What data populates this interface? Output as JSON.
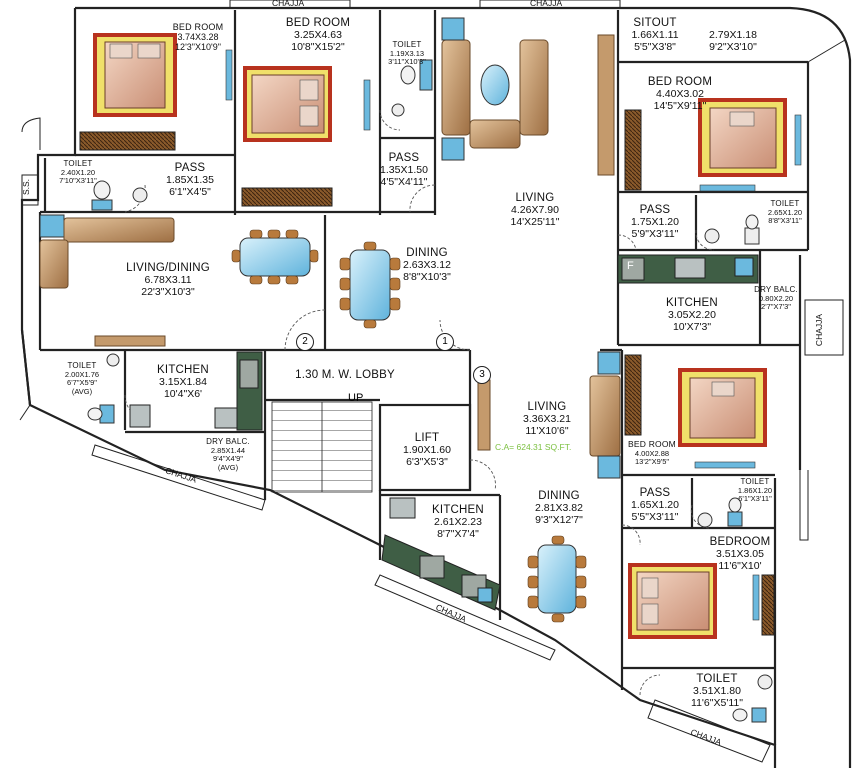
{
  "rooms": {
    "bedroom_1": {
      "name": "BED ROOM",
      "dim_m": "3.74X3.28",
      "dim_ft": "12'3\"X10'9\""
    },
    "bedroom_2": {
      "name": "BED ROOM",
      "dim_m": "3.25X4.63",
      "dim_ft": "10'8\"X15'2\""
    },
    "toilet_top": {
      "name": "TOILET",
      "dim_m": "1.19X3.13",
      "dim_ft": "3'11\"X10'3\""
    },
    "pass_1": {
      "name": "PASS",
      "dim_m": "1.85X1.35",
      "dim_ft": "6'1\"X4'5\""
    },
    "pass_2": {
      "name": "PASS",
      "dim_m": "1.35X1.50",
      "dim_ft": "4'5\"X4'11\""
    },
    "toilet_left": {
      "name": "TOILET",
      "dim_m": "2.40X1.20",
      "dim_ft": "7'10\"X3'11\""
    },
    "living_big": {
      "name": "LIVING",
      "dim_m": "4.26X7.90",
      "dim_ft": "14'X25'11\""
    },
    "sitout": {
      "name": "SITOUT",
      "dim_m": "1.66X1.11",
      "dim_ft": "5'5\"X3'8\""
    },
    "sitout_2": {
      "dim_m": "2.79X1.18",
      "dim_ft": "9'2\"X3'10\""
    },
    "bedroom_3": {
      "name": "BED ROOM",
      "dim_m": "4.40X3.02",
      "dim_ft": "14'5\"X9'11\""
    },
    "pass_3": {
      "name": "PASS",
      "dim_m": "1.75X1.20",
      "dim_ft": "5'9\"X3'11\""
    },
    "toilet_right": {
      "name": "TOILET",
      "dim_m": "2.65X1.20",
      "dim_ft": "8'8\"X3'11\""
    },
    "living_dining": {
      "name": "LIVING/DINING",
      "dim_m": "6.78X3.11",
      "dim_ft": "22'3\"X10'3\""
    },
    "dining_1": {
      "name": "DINING",
      "dim_m": "2.63X3.12",
      "dim_ft": "8'8\"X10'3\""
    },
    "kitchen_right": {
      "name": "KITCHEN",
      "dim_m": "3.05X2.20",
      "dim_ft": "10'X7'3\""
    },
    "dry_balc_right": {
      "name": "DRY BALC.",
      "dim_m": "0.80X2.20",
      "dim_ft": "2'7\"X7'3\""
    },
    "toilet_mid_left": {
      "name": "TOILET",
      "dim_m": "2.00X1.76",
      "dim_ft": "6'7\"X5'9\"",
      "note": "(AVG)"
    },
    "kitchen_left": {
      "name": "KITCHEN",
      "dim_m": "3.15X1.84",
      "dim_ft": "10'4\"X6'"
    },
    "lobby": {
      "name": "1.30 M. W. LOBBY"
    },
    "up": "UP",
    "dry_balc_left": {
      "name": "DRY BALC.",
      "dim_m": "2.85X1.44",
      "dim_ft": "9'4\"X4'9\"",
      "note": "(AVG)"
    },
    "lift": {
      "name": "LIFT",
      "dim_m": "1.90X1.60",
      "dim_ft": "6'3\"X5'3\""
    },
    "living_3": {
      "name": "LIVING",
      "dim_m": "3.36X3.21",
      "dim_ft": "11'X10'6\""
    },
    "bedroom_4": {
      "name": "BED ROOM",
      "dim_m": "4.00X2.88",
      "dim_ft": "13'2\"X9'5\""
    },
    "toilet_br": {
      "name": "TOILET",
      "dim_m": "1.86X1.20",
      "dim_ft": "6'1\"X3'11\""
    },
    "pass_4": {
      "name": "PASS",
      "dim_m": "1.65X1.20",
      "dim_ft": "5'5\"X3'11\""
    },
    "kitchen_3": {
      "name": "KITCHEN",
      "dim_m": "2.61X2.23",
      "dim_ft": "8'7\"X7'4\""
    },
    "dining_3": {
      "name": "DINING",
      "dim_m": "2.81X3.82",
      "dim_ft": "9'3\"X12'7\""
    },
    "bedroom_5": {
      "name": "BEDROOM",
      "dim_m": "3.51X3.05",
      "dim_ft": "11'6\"X10'"
    },
    "toilet_bottom": {
      "name": "TOILET",
      "dim_m": "3.51X1.80",
      "dim_ft": "11'6\"X5'11\""
    }
  },
  "carpet_area": "C.A= 624.31 SQ.FT.",
  "chajja": "CHAJJA",
  "ss": "S.S.",
  "fridge": "F",
  "flat_numbers": [
    "1",
    "2",
    "3"
  ],
  "colors": {
    "wall": "#222222",
    "sofa": "#c49a6c",
    "bed_red": "#b8321e",
    "bed_yellow": "#f0e06a",
    "table_blue": "#7ec3e3",
    "chair": "#b87a3c",
    "kitchen_green": "#3f5e45",
    "carpet_area_green": "#7cc041"
  }
}
